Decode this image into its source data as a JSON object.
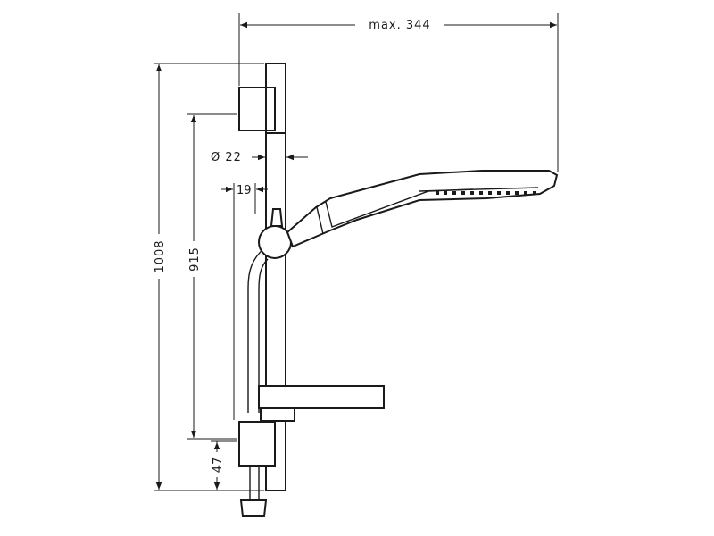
{
  "dimensions": {
    "width_max": "max. 344",
    "height_total": "1008",
    "rail_height": "915",
    "diameter": "Ø 22",
    "offset": "19",
    "bottom": "47"
  }
}
